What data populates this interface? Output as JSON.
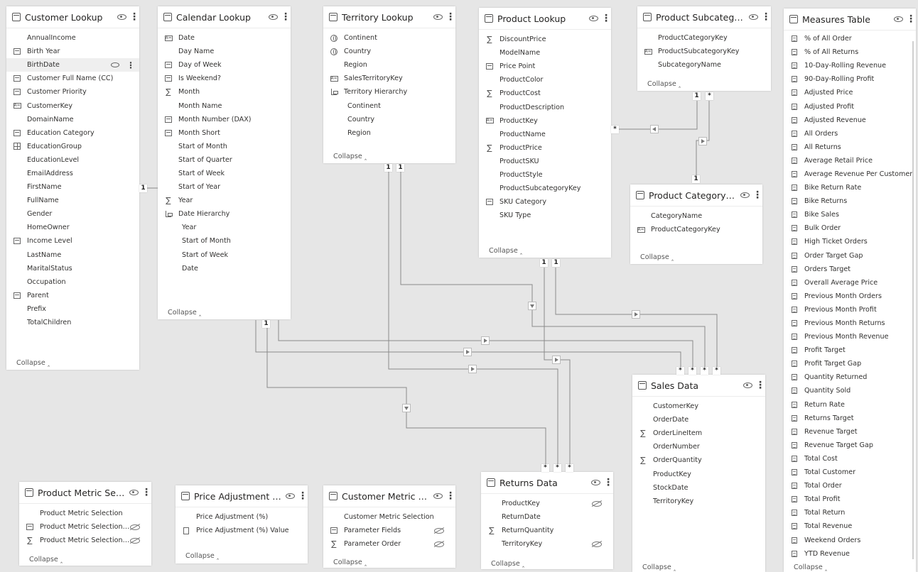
{
  "tables": {
    "customer_lookup": {
      "title": "Customer Lookup",
      "collapse": "Collapse",
      "fields": [
        {
          "icon": "none",
          "name": "AnnualIncome"
        },
        {
          "icon": "cal",
          "name": "Birth Year"
        },
        {
          "icon": "none",
          "name": "BirthDate"
        },
        {
          "icon": "cal",
          "name": "Customer Full Name (CC)"
        },
        {
          "icon": "cal",
          "name": "Customer Priority"
        },
        {
          "icon": "key",
          "name": "CustomerKey"
        },
        {
          "icon": "none",
          "name": "DomainName"
        },
        {
          "icon": "cal",
          "name": "Education Category"
        },
        {
          "icon": "grid",
          "name": "EducationGroup"
        },
        {
          "icon": "none",
          "name": "EducationLevel"
        },
        {
          "icon": "none",
          "name": "EmailAddress"
        },
        {
          "icon": "none",
          "name": "FirstName"
        },
        {
          "icon": "none",
          "name": "FullName"
        },
        {
          "icon": "none",
          "name": "Gender"
        },
        {
          "icon": "none",
          "name": "HomeOwner"
        },
        {
          "icon": "cal",
          "name": "Income Level"
        },
        {
          "icon": "none",
          "name": "LastName"
        },
        {
          "icon": "none",
          "name": "MaritalStatus"
        },
        {
          "icon": "none",
          "name": "Occupation"
        },
        {
          "icon": "cal",
          "name": "Parent"
        },
        {
          "icon": "none",
          "name": "Prefix"
        },
        {
          "icon": "none",
          "name": "TotalChildren"
        }
      ]
    },
    "calendar_lookup": {
      "title": "Calendar Lookup",
      "collapse": "Collapse",
      "fields": [
        {
          "icon": "key",
          "name": "Date"
        },
        {
          "icon": "none",
          "name": "Day Name"
        },
        {
          "icon": "cal",
          "name": "Day of Week"
        },
        {
          "icon": "cal",
          "name": "Is Weekend?"
        },
        {
          "icon": "sum",
          "name": "Month"
        },
        {
          "icon": "none",
          "name": "Month Name"
        },
        {
          "icon": "cal",
          "name": "Month Number (DAX)"
        },
        {
          "icon": "cal",
          "name": "Month Short"
        },
        {
          "icon": "none",
          "name": "Start of Month"
        },
        {
          "icon": "none",
          "name": "Start of Quarter"
        },
        {
          "icon": "none",
          "name": "Start of Week"
        },
        {
          "icon": "none",
          "name": "Start of Year"
        },
        {
          "icon": "sum",
          "name": "Year"
        },
        {
          "icon": "hier",
          "name": "Date Hierarchy"
        },
        {
          "icon": "indent",
          "name": "Year"
        },
        {
          "icon": "indent",
          "name": "Start of Month"
        },
        {
          "icon": "indent",
          "name": "Start of Week"
        },
        {
          "icon": "indent",
          "name": "Date"
        }
      ]
    },
    "territory_lookup": {
      "title": "Territory Lookup",
      "collapse": "Collapse",
      "fields": [
        {
          "icon": "globe",
          "name": "Continent"
        },
        {
          "icon": "globe",
          "name": "Country"
        },
        {
          "icon": "none",
          "name": "Region"
        },
        {
          "icon": "key",
          "name": "SalesTerritoryKey"
        },
        {
          "icon": "hier",
          "name": "Territory Hierarchy"
        },
        {
          "icon": "indent",
          "name": "Continent"
        },
        {
          "icon": "indent",
          "name": "Country"
        },
        {
          "icon": "indent",
          "name": "Region"
        }
      ]
    },
    "product_lookup": {
      "title": "Product Lookup",
      "collapse": "Collapse",
      "fields": [
        {
          "icon": "sum",
          "name": "DiscountPrice"
        },
        {
          "icon": "none",
          "name": "ModelName"
        },
        {
          "icon": "cal",
          "name": "Price Point"
        },
        {
          "icon": "none",
          "name": "ProductColor"
        },
        {
          "icon": "sum",
          "name": "ProductCost"
        },
        {
          "icon": "none",
          "name": "ProductDescription"
        },
        {
          "icon": "key",
          "name": "ProductKey"
        },
        {
          "icon": "none",
          "name": "ProductName"
        },
        {
          "icon": "sum",
          "name": "ProductPrice"
        },
        {
          "icon": "none",
          "name": "ProductSKU"
        },
        {
          "icon": "none",
          "name": "ProductStyle"
        },
        {
          "icon": "none",
          "name": "ProductSubcategoryKey"
        },
        {
          "icon": "cal",
          "name": "SKU Category"
        },
        {
          "icon": "none",
          "name": "SKU Type"
        }
      ]
    },
    "product_subcategories": {
      "title": "Product Subcategories",
      "collapse": "Collapse",
      "fields": [
        {
          "icon": "none",
          "name": "ProductCategoryKey"
        },
        {
          "icon": "key",
          "name": "ProductSubcategoryKey"
        },
        {
          "icon": "none",
          "name": "SubcategoryName"
        }
      ]
    },
    "product_category_lookup": {
      "title": "Product Category Lookup",
      "collapse": "Collapse",
      "fields": [
        {
          "icon": "none",
          "name": "CategoryName"
        },
        {
          "icon": "key",
          "name": "ProductCategoryKey"
        }
      ]
    },
    "measures_table": {
      "title": "Measures Table",
      "collapse": "Collapse",
      "fields": [
        {
          "icon": "meas",
          "name": "% of All Order"
        },
        {
          "icon": "meas",
          "name": "% of All Returns"
        },
        {
          "icon": "meas",
          "name": "10-Day-Rolling Revenue"
        },
        {
          "icon": "meas",
          "name": "90-Day-Rolling Profit"
        },
        {
          "icon": "meas",
          "name": "Adjusted Price"
        },
        {
          "icon": "meas",
          "name": "Adjusted Profit"
        },
        {
          "icon": "meas",
          "name": "Adjusted Revenue"
        },
        {
          "icon": "meas",
          "name": "All Orders"
        },
        {
          "icon": "meas",
          "name": "All Returns"
        },
        {
          "icon": "meas",
          "name": "Average Retail Price"
        },
        {
          "icon": "meas",
          "name": "Average Revenue Per Customer"
        },
        {
          "icon": "meas",
          "name": "Bike Return Rate"
        },
        {
          "icon": "meas",
          "name": "Bike Returns"
        },
        {
          "icon": "meas",
          "name": "Bike Sales"
        },
        {
          "icon": "meas",
          "name": "Bulk Order"
        },
        {
          "icon": "meas",
          "name": "High Ticket Orders"
        },
        {
          "icon": "meas",
          "name": "Order Target Gap"
        },
        {
          "icon": "meas",
          "name": "Orders Target"
        },
        {
          "icon": "meas",
          "name": "Overall Average Price"
        },
        {
          "icon": "meas",
          "name": "Previous Month Orders"
        },
        {
          "icon": "meas",
          "name": "Previous Month Profit"
        },
        {
          "icon": "meas",
          "name": "Previous Month Returns"
        },
        {
          "icon": "meas",
          "name": "Previous Month Revenue"
        },
        {
          "icon": "meas",
          "name": "Profit Target"
        },
        {
          "icon": "meas",
          "name": "Profit Target Gap"
        },
        {
          "icon": "meas",
          "name": "Quantity Returned"
        },
        {
          "icon": "meas",
          "name": "Quantity Sold"
        },
        {
          "icon": "meas",
          "name": "Return Rate"
        },
        {
          "icon": "meas",
          "name": "Returns Target"
        },
        {
          "icon": "meas",
          "name": "Revenue Target"
        },
        {
          "icon": "meas",
          "name": "Revenue Target Gap"
        },
        {
          "icon": "meas",
          "name": "Total Cost"
        },
        {
          "icon": "meas",
          "name": "Total Customer"
        },
        {
          "icon": "meas",
          "name": "Total Order"
        },
        {
          "icon": "meas",
          "name": "Total Profit"
        },
        {
          "icon": "meas",
          "name": "Total Return"
        },
        {
          "icon": "meas",
          "name": "Total Revenue"
        },
        {
          "icon": "meas",
          "name": "Weekend Orders"
        },
        {
          "icon": "meas",
          "name": "YTD Revenue"
        }
      ]
    },
    "sales_data": {
      "title": "Sales Data",
      "collapse": "Collapse",
      "fields": [
        {
          "icon": "none",
          "name": "CustomerKey"
        },
        {
          "icon": "none",
          "name": "OrderDate"
        },
        {
          "icon": "sum",
          "name": "OrderLineItem"
        },
        {
          "icon": "none",
          "name": "OrderNumber"
        },
        {
          "icon": "sum",
          "name": "OrderQuantity"
        },
        {
          "icon": "none",
          "name": "ProductKey"
        },
        {
          "icon": "none",
          "name": "StockDate"
        },
        {
          "icon": "none",
          "name": "TerritoryKey"
        }
      ]
    },
    "returns_data": {
      "title": "Returns Data",
      "collapse": "Collapse",
      "fields": [
        {
          "icon": "none",
          "name": "ProductKey",
          "hidden": true
        },
        {
          "icon": "none",
          "name": "ReturnDate"
        },
        {
          "icon": "sum",
          "name": "ReturnQuantity"
        },
        {
          "icon": "none",
          "name": "TerritoryKey",
          "hidden": true
        }
      ]
    },
    "product_metric_selection": {
      "title": "Product Metric Selection",
      "collapse": "Collapse",
      "fields": [
        {
          "icon": "none",
          "name": "Product Metric Selection"
        },
        {
          "icon": "cal",
          "name": "Product Metric Selection Fields",
          "hidden": true
        },
        {
          "icon": "sum",
          "name": "Product Metric Selection Order",
          "hidden": true
        }
      ]
    },
    "price_adjustment": {
      "title": "Price Adjustment (%)",
      "collapse": "Collapse",
      "fields": [
        {
          "icon": "none",
          "name": "Price Adjustment (%)"
        },
        {
          "icon": "calc",
          "name": "Price Adjustment (%) Value"
        }
      ]
    },
    "customer_metric_selection": {
      "title": "Customer Metric Selection",
      "collapse": "Collapse",
      "fields": [
        {
          "icon": "none",
          "name": "Customer Metric Selection"
        },
        {
          "icon": "cal",
          "name": "Parameter Fields",
          "hidden": true
        },
        {
          "icon": "sum",
          "name": "Parameter Order",
          "hidden": true
        }
      ]
    }
  },
  "cardinality": {
    "one": "1",
    "many": "*"
  }
}
